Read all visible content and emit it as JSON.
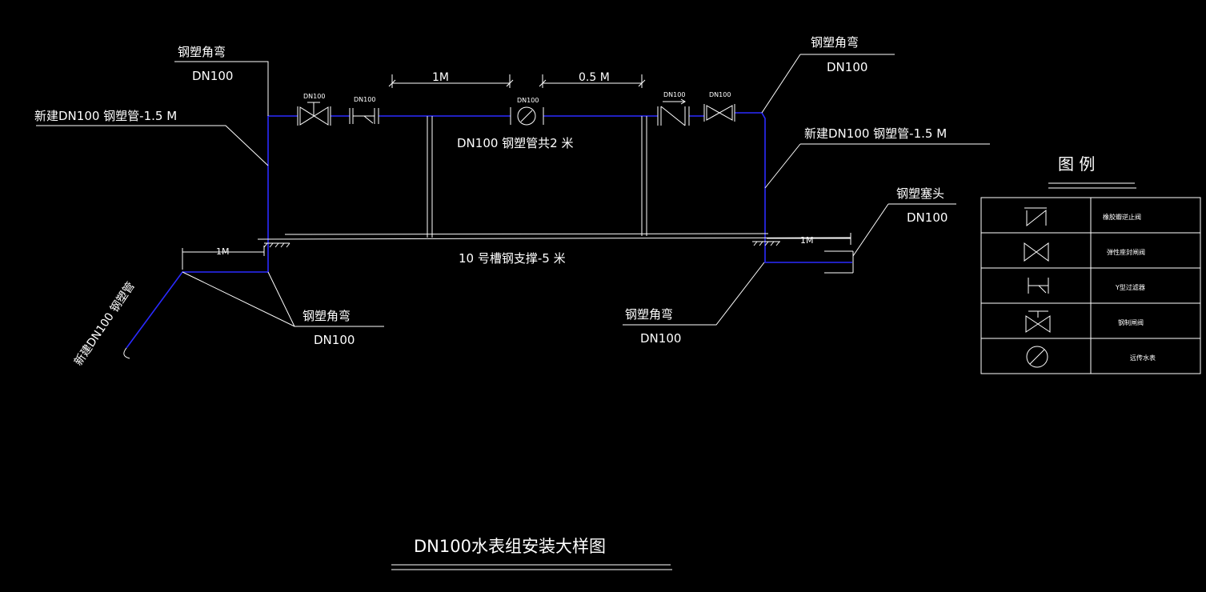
{
  "colors": {
    "background": "#000000",
    "pipe": "#2a2aff",
    "line": "#ffffff"
  },
  "labels": {
    "elbow_left_top": "钢塑角弯",
    "elbow_left_top_dn": "DN100",
    "new_pipe_left": "新建DN100 钢塑管-1.5 M",
    "elbow_right_top": "钢塑角弯",
    "elbow_right_top_dn": "DN100",
    "new_pipe_right": "新建DN100 钢塑管-1.5 M",
    "valve1_dn": "DN100",
    "valve2_dn": "DN100",
    "meter_dn": "DN100",
    "valve3_dn": "DN100",
    "valve4_dn": "DN100",
    "dim_1m": "1M",
    "dim_05m": "0.5 M",
    "pipe_total": "DN100 钢塑管共2 米",
    "channel_support": "10 号槽钢支撑-5 米",
    "dim_left_1m": "1M",
    "dim_right_1m": "1M",
    "plug": "钢塑塞头",
    "plug_dn": "DN100",
    "elbow_left_bottom": "钢塑角弯",
    "elbow_left_bottom_dn": "DN100",
    "elbow_right_bottom": "钢塑角弯",
    "elbow_right_bottom_dn": "DN100",
    "new_pipe_diag": "新建DN100 钢塑管",
    "title": "DN100水表组安装大样图"
  },
  "legend": {
    "title": "图 例",
    "rows": [
      {
        "symbol": "check-valve-icon",
        "label": "橡胶瓣逆止阀"
      },
      {
        "symbol": "butterfly-valve-icon",
        "label": "弹性座封闸阀"
      },
      {
        "symbol": "y-strainer-icon",
        "label": "Y型过滤器"
      },
      {
        "symbol": "gate-valve-icon",
        "label": "钢制闸阀"
      },
      {
        "symbol": "water-meter-icon",
        "label": "远传水表"
      }
    ]
  }
}
